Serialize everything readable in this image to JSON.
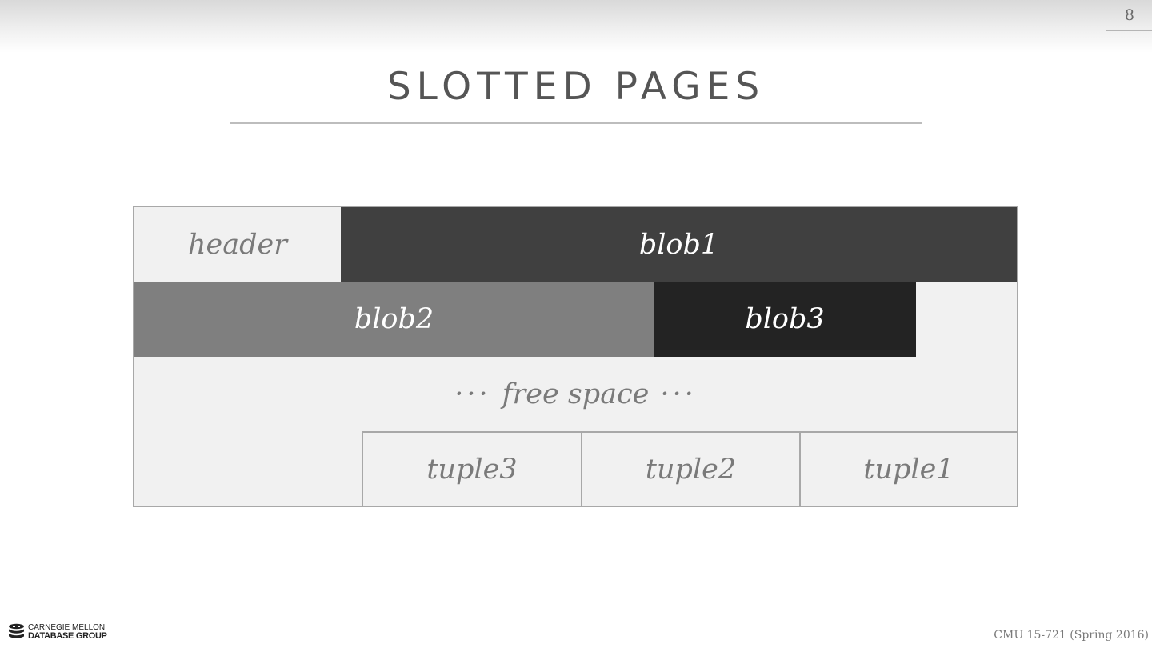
{
  "slide": {
    "page_number": "8",
    "title": "SLOTTED PAGES"
  },
  "diagram": {
    "header_label": "header",
    "blob1_label": "blob1",
    "blob2_label": "blob2",
    "blob3_label": "blob3",
    "free_space": {
      "dots_left": "···",
      "label": "free space",
      "dots_right": "···"
    },
    "tuples": [
      "tuple3",
      "tuple2",
      "tuple1"
    ],
    "colors": {
      "blob1": "#404040",
      "blob2": "#7f7f7f",
      "blob3": "#232323",
      "page_background": "#f1f1f1",
      "border": "#a8a8a8"
    }
  },
  "footer": {
    "logo_line1": "CARNEGIE MELLON",
    "logo_line2": "DATABASE GROUP",
    "logo_icon": "database-stack-icon",
    "course": "CMU 15-721 (Spring 2016)"
  }
}
